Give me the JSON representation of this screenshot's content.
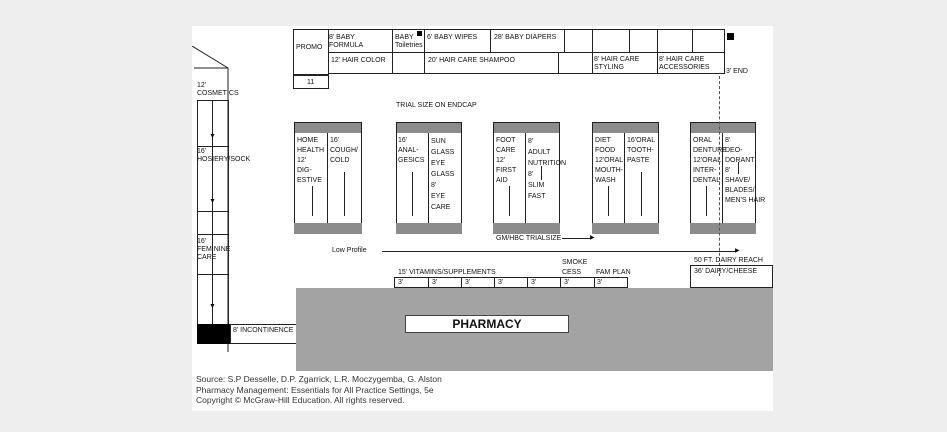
{
  "top_shelf": {
    "promo": "PROMO",
    "baby_formula": "8' BABY\nFORMULA",
    "baby_toiletries": "BABY\nToiletries",
    "baby_wipes": "6' BABY  WIPES",
    "baby_diapers": "28' BABY DIAPERS",
    "hair_color": "12' HAIR COLOR",
    "hair_care_shampoo": "20' HAIR CARE SHAMPOO",
    "hair_care_styling": "8' HAIR CARE\nSTYLING",
    "hair_care_accessories": "8' HAIR CARE\nACCESSORIES",
    "end": "3' END",
    "number_11": "11"
  },
  "trial_size_endcap": "TRIAL SIZE ON  ENDCAP",
  "left_wall": {
    "cosmetics": "12'\nCOSMETICS",
    "hosiery": "16'\nHOSIERY/SOCK",
    "feminine": "16'\nFEMININE\nCARE",
    "incontinence": "8' INCONTINENCE"
  },
  "gondolas": [
    {
      "left": "HOME\nHEALTH\n12'\nDIG-\nESTIVE",
      "right": "16'\nCOUGH/\nCOLD"
    },
    {
      "left": "16'\nANAL-\nGESICS",
      "right": "SUN\nGLASS\nEYE\nGLASS\n8'\nEYE\nCARE"
    },
    {
      "left": "FOOT\nCARE\n12'\nFIRST\nAID",
      "right": "8'\nADULT\nNUTRITION\n8'\nSLIM\nFAST"
    },
    {
      "left": "DIET\nFOOD\n12'ORAL\nMOUTH-\nWASH",
      "right": "16'ORAL\nTOOTH-\nPASTE"
    },
    {
      "left": "ORAL\nDENTURE\n12'ORAL\nINTER-\nDENTAL",
      "right": "8'\nDEO-\nDORANT\n8'\nSHAVE/\nBLADES/\nMEN'S HAIR"
    }
  ],
  "gm_hbc_trialsize": "GM/HBC TRIALSIZE",
  "low_profile": "Low Profile",
  "smoke_cess": "SMOKE\nCESS",
  "fam_plan": "FAM PLAN",
  "vitamins": "15' VITAMINS/SUPPLEMENTS",
  "three_ft": [
    "3'",
    "3'",
    "3'",
    "3'",
    "3'",
    "3'",
    "3'"
  ],
  "dairy_reach": "50 FT. DAIRY REACH",
  "dairy_cheese": "36' DAIRY/CHEESE",
  "pharmacy": "PHARMACY",
  "source": "Source: S.P Desselle, D.P. Zgarrick, L.R. Moczygemba, G. Alston",
  "book": "Pharmacy Management: Essentials for All Practice Settings, 5e",
  "copyright": "Copyright © McGraw-Hill Education. All rights reserved."
}
